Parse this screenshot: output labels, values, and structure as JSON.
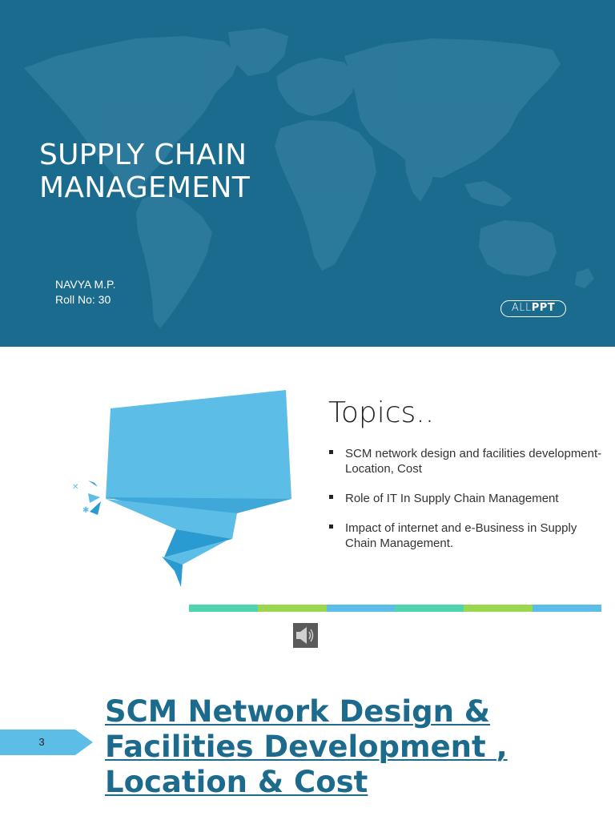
{
  "slide1": {
    "title_lines": [
      "SUPPLY CHAIN",
      "MANAGEMENT"
    ],
    "author_name": "NAVYA M.P.",
    "roll_no": "Roll No: 30",
    "brand_all": "ALL",
    "brand_ppt": "PPT",
    "background_color": "#1b6b8e"
  },
  "slide2": {
    "heading": "Topics..",
    "topics": [
      "SCM network design and facilities development-Location, Cost",
      "Role of IT In Supply Chain Management",
      "Impact of internet and e-Business in Supply Chain Management."
    ],
    "colorbar_colors": [
      "#4fd4b0",
      "#9bd74e",
      "#5cbde6",
      "#4fd4b0",
      "#9bd74e",
      "#5cbde6"
    ],
    "speaker_icon": "speaker-icon"
  },
  "slide3": {
    "slide_number": "3",
    "title_lines": [
      "SCM Network Design &",
      "Facilities Development ,",
      "Location & Cost"
    ],
    "accent_color": "#5cbde6",
    "title_color": "#1d6b8c"
  }
}
